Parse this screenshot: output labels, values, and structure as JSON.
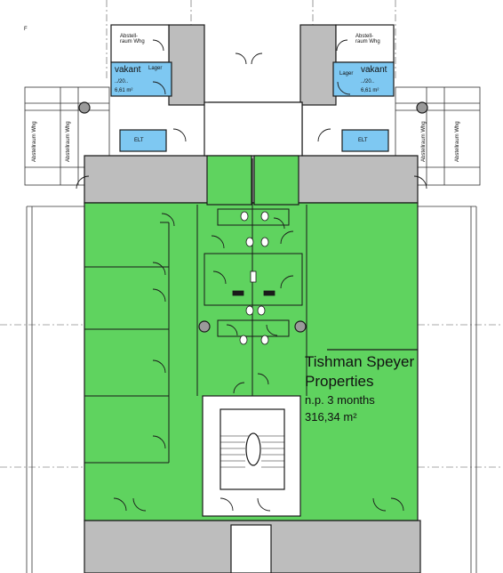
{
  "corner_mark": "F",
  "top_header_text": "",
  "rooms": {
    "storage_top_left": {
      "line1": "Abstell-",
      "line2": "raum Whg"
    },
    "storage_top_right": {
      "line1": "Abstell-",
      "line2": "raum Whg"
    },
    "vacant_left": {
      "status": "vakant",
      "date": "../20..",
      "area": "6,61 m²",
      "room": "Lager"
    },
    "vacant_right": {
      "status": "vakant",
      "date": "../20..",
      "area": "6,61 m²",
      "room": "Lager"
    },
    "elt_left": "ELT",
    "elt_right": "ELT",
    "side_storage": [
      "Abstellraum Whg",
      "Abstellraum Whg",
      "Abstellraum Whg",
      "Abstellraum Whg"
    ]
  },
  "tenant": {
    "name_line1": "Tishman Speyer",
    "name_line2": "Properties",
    "notice": "n.p. 3 months",
    "area": "316,34 m²"
  },
  "colors": {
    "rented": "#5fd35f",
    "vacant": "#7ec8f2",
    "core": "#bdbdbd",
    "wall": "#1a1a1a"
  }
}
